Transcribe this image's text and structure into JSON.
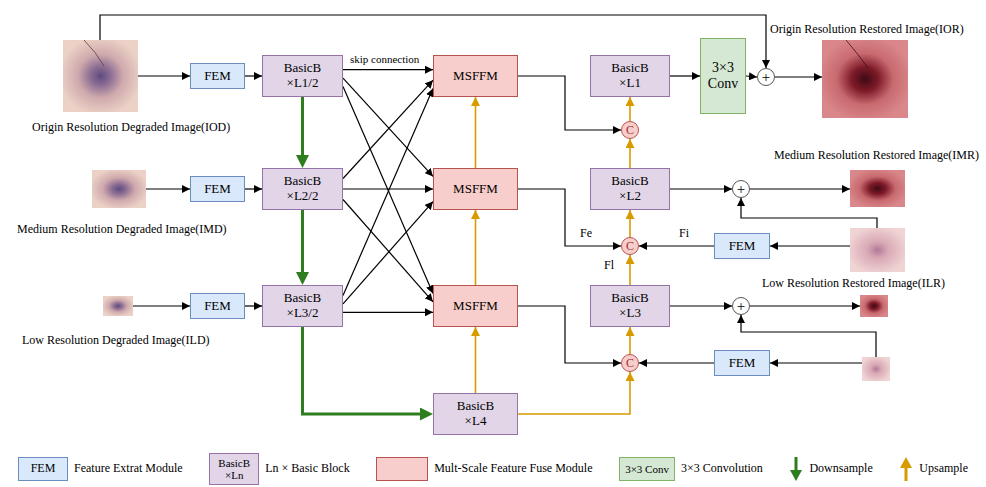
{
  "diagram": {
    "nodes": [
      {
        "text": [
          "FEM"
        ]
      },
      {
        "text": [
          "FEM"
        ]
      },
      {
        "text": [
          "FEM"
        ]
      },
      {
        "text": [
          "BasicB ×L1/2"
        ]
      },
      {
        "text": [
          "BasicB ×L2/2"
        ]
      },
      {
        "text": [
          "BasicB ×L3/2"
        ]
      },
      {
        "text": [
          "BasicB ×L4"
        ]
      },
      {
        "text": [
          "MSFFM"
        ]
      },
      {
        "text": [
          "MSFFM"
        ]
      },
      {
        "text": [
          "MSFFM"
        ]
      },
      {
        "text": [
          "BasicB ×L1"
        ]
      },
      {
        "text": [
          "BasicB ×L2"
        ]
      },
      {
        "text": [
          "BasicB ×L3"
        ]
      },
      {
        "text": [
          "C"
        ]
      },
      {
        "text": [
          "C"
        ]
      },
      {
        "text": [
          "C"
        ]
      },
      {
        "text": [
          "3×3 Conv"
        ]
      },
      {
        "text": [
          "+"
        ]
      },
      {
        "text": [
          "+"
        ]
      },
      {
        "text": [
          "+"
        ]
      },
      {
        "text": [
          "FEM"
        ]
      },
      {
        "text": [
          "FEM"
        ]
      }
    ],
    "edges": [
      {
        "from": 0,
        "to": 3,
        "arrow": "to"
      },
      {
        "from": 1,
        "to": 4,
        "arrow": "to"
      },
      {
        "from": 2,
        "to": 5,
        "arrow": "to"
      },
      {
        "from": 3,
        "to": 4,
        "arrow": "to"
      },
      {
        "from": 4,
        "to": 5,
        "arrow": "to"
      },
      {
        "from": 5,
        "to": 6,
        "arrow": "to"
      },
      {
        "from": 3,
        "to": 7,
        "arrow": "to"
      },
      {
        "from": 3,
        "to": 8,
        "arrow": "to"
      },
      {
        "from": 3,
        "to": 9,
        "arrow": "to"
      },
      {
        "from": 4,
        "to": 7,
        "arrow": "to"
      },
      {
        "from": 4,
        "to": 8,
        "arrow": "to"
      },
      {
        "from": 4,
        "to": 9,
        "arrow": "to"
      },
      {
        "from": 5,
        "to": 7,
        "arrow": "to"
      },
      {
        "from": 5,
        "to": 8,
        "arrow": "to"
      },
      {
        "from": 5,
        "to": 9,
        "arrow": "to"
      },
      {
        "from": 6,
        "to": 9,
        "arrow": "to"
      },
      {
        "from": 9,
        "to": 8,
        "arrow": "to"
      },
      {
        "from": 8,
        "to": 7,
        "arrow": "to"
      },
      {
        "from": 6,
        "to": 15,
        "arrow": "to"
      },
      {
        "from": 9,
        "to": 15,
        "arrow": "to"
      },
      {
        "from": 8,
        "to": 14,
        "arrow": "to"
      },
      {
        "from": 7,
        "to": 13,
        "arrow": "to"
      },
      {
        "from": 15,
        "to": 12,
        "arrow": "to"
      },
      {
        "from": 12,
        "to": 14,
        "arrow": "to"
      },
      {
        "from": 14,
        "to": 11,
        "arrow": "to"
      },
      {
        "from": 11,
        "to": 13,
        "arrow": "to"
      },
      {
        "from": 13,
        "to": 10,
        "arrow": "to"
      },
      {
        "from": 21,
        "to": 15,
        "arrow": "to"
      },
      {
        "from": 20,
        "to": 14,
        "arrow": "to"
      },
      {
        "from": 10,
        "to": 16,
        "arrow": "to"
      },
      {
        "from": 16,
        "to": 17,
        "arrow": "to"
      },
      {
        "from": 11,
        "to": 18,
        "arrow": "to"
      },
      {
        "from": 12,
        "to": 19,
        "arrow": "to"
      }
    ],
    "labels": [
      "skip connection",
      "Origin Resolution Degraded Image(IOD)",
      "Medium Resolution Degraded Image(IMD)",
      "Low Resolution Degraded Image(ILD)",
      "Origin Resolution Restored Image(IOR)",
      "Medium Resolution Restored Image(IMR)",
      "Fe",
      "Fi",
      "Low Resolution Restored Image(ILR)",
      "Fl",
      "FEM",
      "BasicB ×Ln",
      "3×3 Conv"
    ],
    "legend": [
      {
        "text": "Feature Extrat Module",
        "color": "#dae8fc"
      },
      {
        "text": "Ln × Basic Block",
        "color": "#e1d5e7"
      },
      {
        "text": "Mult-Scale Feature Fuse Module",
        "color": "#f8cecc"
      },
      {
        "text": "3×3 Convolution",
        "color": "#d5e8d4"
      },
      {
        "text": "Downsample"
      },
      {
        "text": "Upsample"
      }
    ]
  }
}
